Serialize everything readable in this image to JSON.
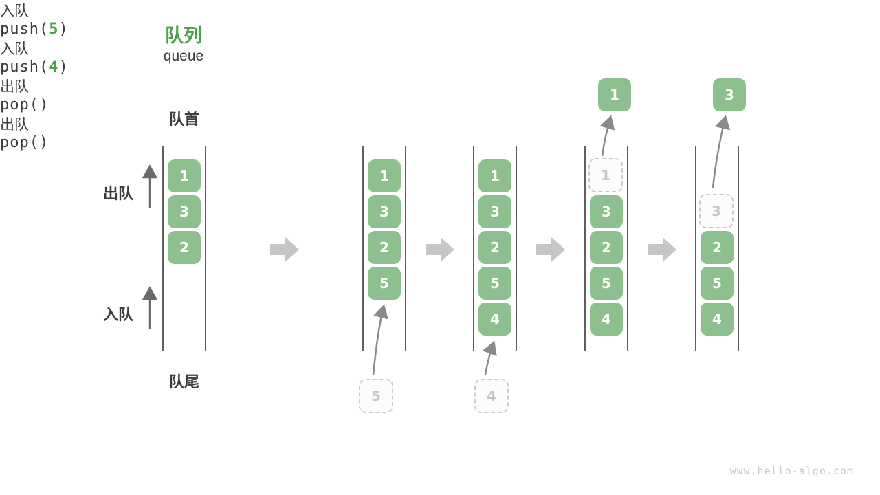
{
  "title": {
    "zh": "队列",
    "en": "queue"
  },
  "side_labels": {
    "front": "队首",
    "rear": "队尾",
    "dequeue": "出队",
    "enqueue": "入队"
  },
  "watermark": "www.hello-algo.com",
  "colors": {
    "box_green": "#8ebf8e",
    "title_green": "#4ba04b",
    "code_arg_green": "#4ba04b",
    "block_arrow_gray": "#c6c6c6",
    "thin_arrow_gray": "#8a8a8a",
    "side_arrow_gray": "#6a6a6a",
    "wall_line_gray": "#5f5f5f",
    "dashed_border": "#cbcbcb",
    "dashed_text": "#c6c6c6",
    "text_dark": "#3c3c3c",
    "watermark_gray": "#c9c9c9"
  },
  "columns": [
    {
      "name": "state-initial",
      "cells": [
        {
          "slot": 0,
          "value": "1",
          "style": "solid"
        },
        {
          "slot": 1,
          "value": "3",
          "style": "solid"
        },
        {
          "slot": 2,
          "value": "2",
          "style": "solid"
        }
      ]
    },
    {
      "name": "state-after-push-5",
      "cells": [
        {
          "slot": 0,
          "value": "1",
          "style": "solid"
        },
        {
          "slot": 1,
          "value": "3",
          "style": "solid"
        },
        {
          "slot": 2,
          "value": "2",
          "style": "solid"
        },
        {
          "slot": 3,
          "value": "5",
          "style": "solid"
        }
      ],
      "below": {
        "value": "5"
      },
      "op": {
        "label": "入队",
        "code_pre": "push(",
        "code_arg": "5",
        "code_post": ")",
        "position": "bottom"
      }
    },
    {
      "name": "state-after-push-4",
      "cells": [
        {
          "slot": 0,
          "value": "1",
          "style": "solid"
        },
        {
          "slot": 1,
          "value": "3",
          "style": "solid"
        },
        {
          "slot": 2,
          "value": "2",
          "style": "solid"
        },
        {
          "slot": 3,
          "value": "5",
          "style": "solid"
        },
        {
          "slot": 4,
          "value": "4",
          "style": "solid"
        }
      ],
      "below": {
        "value": "4"
      },
      "op": {
        "label": "入队",
        "code_pre": "push(",
        "code_arg": "4",
        "code_post": ")",
        "position": "bottom"
      }
    },
    {
      "name": "state-after-pop-1",
      "cells": [
        {
          "slot": 0,
          "value": "1",
          "style": "dashed"
        },
        {
          "slot": 1,
          "value": "3",
          "style": "solid"
        },
        {
          "slot": 2,
          "value": "2",
          "style": "solid"
        },
        {
          "slot": 3,
          "value": "5",
          "style": "solid"
        },
        {
          "slot": 4,
          "value": "4",
          "style": "solid"
        }
      ],
      "popped": {
        "value": "1"
      },
      "op": {
        "label": "出队",
        "code_pre": "pop()",
        "code_arg": "",
        "code_post": "",
        "position": "top"
      }
    },
    {
      "name": "state-after-pop-3",
      "cells": [
        {
          "slot": 1,
          "value": "3",
          "style": "dashed"
        },
        {
          "slot": 2,
          "value": "2",
          "style": "solid"
        },
        {
          "slot": 3,
          "value": "5",
          "style": "solid"
        },
        {
          "slot": 4,
          "value": "4",
          "style": "solid"
        }
      ],
      "popped": {
        "value": "3"
      },
      "op": {
        "label": "出队",
        "code_pre": "pop()",
        "code_arg": "",
        "code_post": "",
        "position": "top"
      }
    }
  ]
}
